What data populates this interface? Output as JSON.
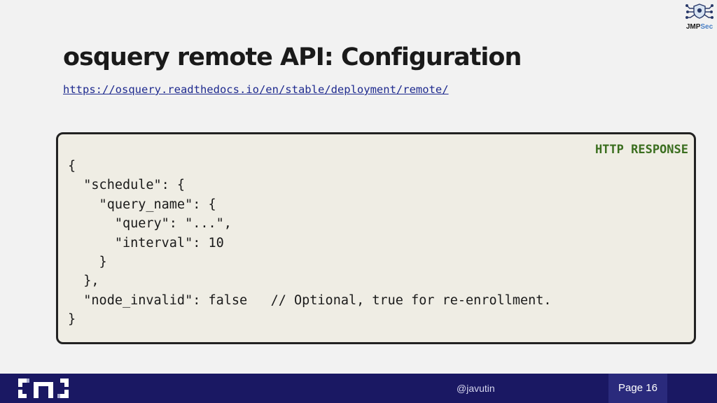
{
  "slide": {
    "title": "osquery remote API: Configuration",
    "link": "https://osquery.readthedocs.io/en/stable/deployment/remote/",
    "code_tag": "HTTP RESPONSE",
    "code_lines": [
      "{",
      "  \"schedule\": {",
      "    \"query_name\": {",
      "      \"query\": \"...\",",
      "      \"interval\": 10",
      "    }",
      "  },",
      "  \"node_invalid\": false   // Optional, true for re-enrollment.",
      "}"
    ]
  },
  "brand": {
    "top_logo_text": "JMPSec",
    "top_logo_icon": "shield-circuit-icon",
    "footer_logo_icon": "bracket-n-logo-icon"
  },
  "footer": {
    "handle": "@javutin",
    "page_label": "Page 16"
  },
  "colors": {
    "footer_bg": "#1a1863",
    "code_bg": "#efede4",
    "code_tag": "#3a6e1e",
    "link": "#1f2b8f"
  }
}
